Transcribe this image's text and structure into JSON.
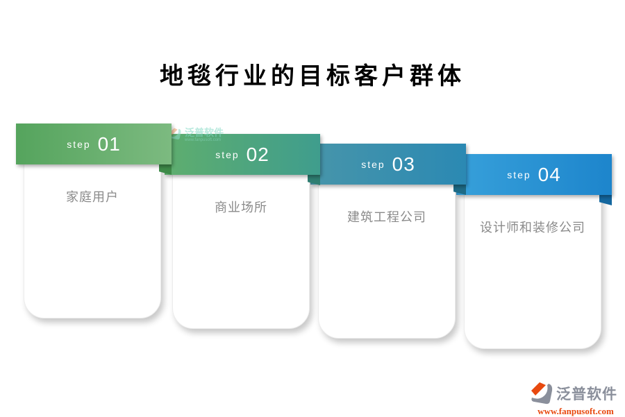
{
  "title": "地毯行业的目标客户群体",
  "steps": [
    {
      "step_label": "step",
      "number": "01",
      "name": "家庭用户",
      "bar_from": "#55a45d",
      "bar_to": "#7cba80",
      "fold": "#3e8a49"
    },
    {
      "step_label": "step",
      "number": "02",
      "name": "商业场所",
      "bar_from": "#5fae6e",
      "bar_to": "#3f9d8d",
      "fold": "#2f7e72"
    },
    {
      "step_label": "step",
      "number": "03",
      "name": "建筑工程公司",
      "bar_from": "#4795aa",
      "bar_to": "#2b89b3",
      "fold": "#1e6b86"
    },
    {
      "step_label": "step",
      "number": "04",
      "name": "设计师和装修公司",
      "bar_from": "#37a0da",
      "bar_to": "#1d85cc",
      "fold": "#14679f"
    }
  ],
  "watermark": {
    "text": "泛普软件",
    "subtext": "www.fanpusoft.com"
  },
  "brand": {
    "name": "泛普软件",
    "url": "www.fanpusoft.com",
    "gray": "#8a8f9b",
    "red": "#e8490f"
  }
}
